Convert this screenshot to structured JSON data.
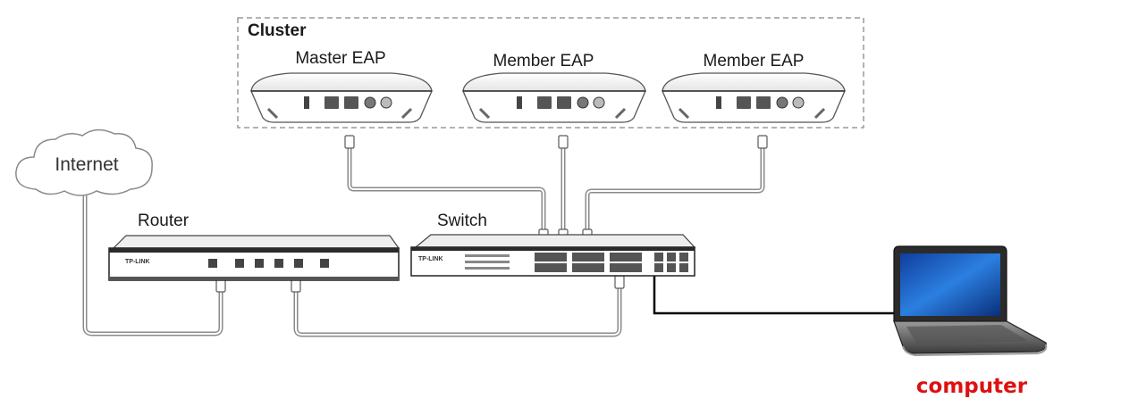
{
  "cluster": {
    "label": "Cluster"
  },
  "eaps": [
    {
      "label": "Master EAP"
    },
    {
      "label": "Member EAP"
    },
    {
      "label": "Member EAP"
    }
  ],
  "cloud": {
    "label": "Internet"
  },
  "router": {
    "label": "Router",
    "brand": "TP-LINK"
  },
  "switch": {
    "label": "Switch",
    "brand": "TP-LINK"
  },
  "computer": {
    "label": "computer",
    "label_color": "#dd1111"
  },
  "colors": {
    "cable": "#8a8a8a",
    "direct_line": "#000000",
    "cluster_border": "#9a9a9a",
    "laptop_screen": "#1e63c6"
  }
}
